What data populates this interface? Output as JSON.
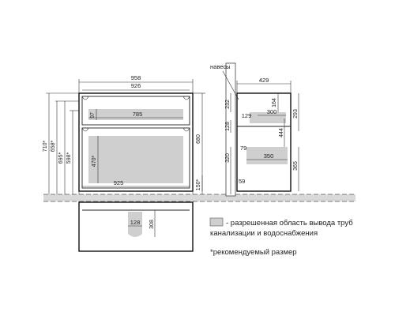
{
  "front_view": {
    "overall_width": "958",
    "inner_width": "926",
    "shelf_width": "785",
    "bottom_width": "925",
    "top_drawer_height": "97",
    "body_height": "680",
    "lower_drawer_height": "470*",
    "leg_height": "150*",
    "left_dims": [
      "710*",
      "658*",
      "695*",
      "598*"
    ]
  },
  "side_view": {
    "hanger_label": "навесы",
    "depth": "429",
    "upper_offset": "129",
    "upper_depth": "300",
    "upper_inner": "164",
    "top_to_hanger": "232",
    "upper_height": "128",
    "lower_offset": "79",
    "lower_depth": "350",
    "right_upper": "293",
    "right_mid": "444",
    "right_lower": "365",
    "floor_height": "320",
    "base_depth": "59"
  },
  "plan_view": {
    "cutout_width": "128",
    "cutout_depth": "308"
  },
  "legend": {
    "area_line1": "- разрешенная область вывода труб",
    "area_line2": "канализации и водоснабжения",
    "note": "*рекомендуемый размер"
  },
  "colors": {
    "shade": "#cfcfcf",
    "ground": "#d9d9d9",
    "line": "#222222"
  }
}
